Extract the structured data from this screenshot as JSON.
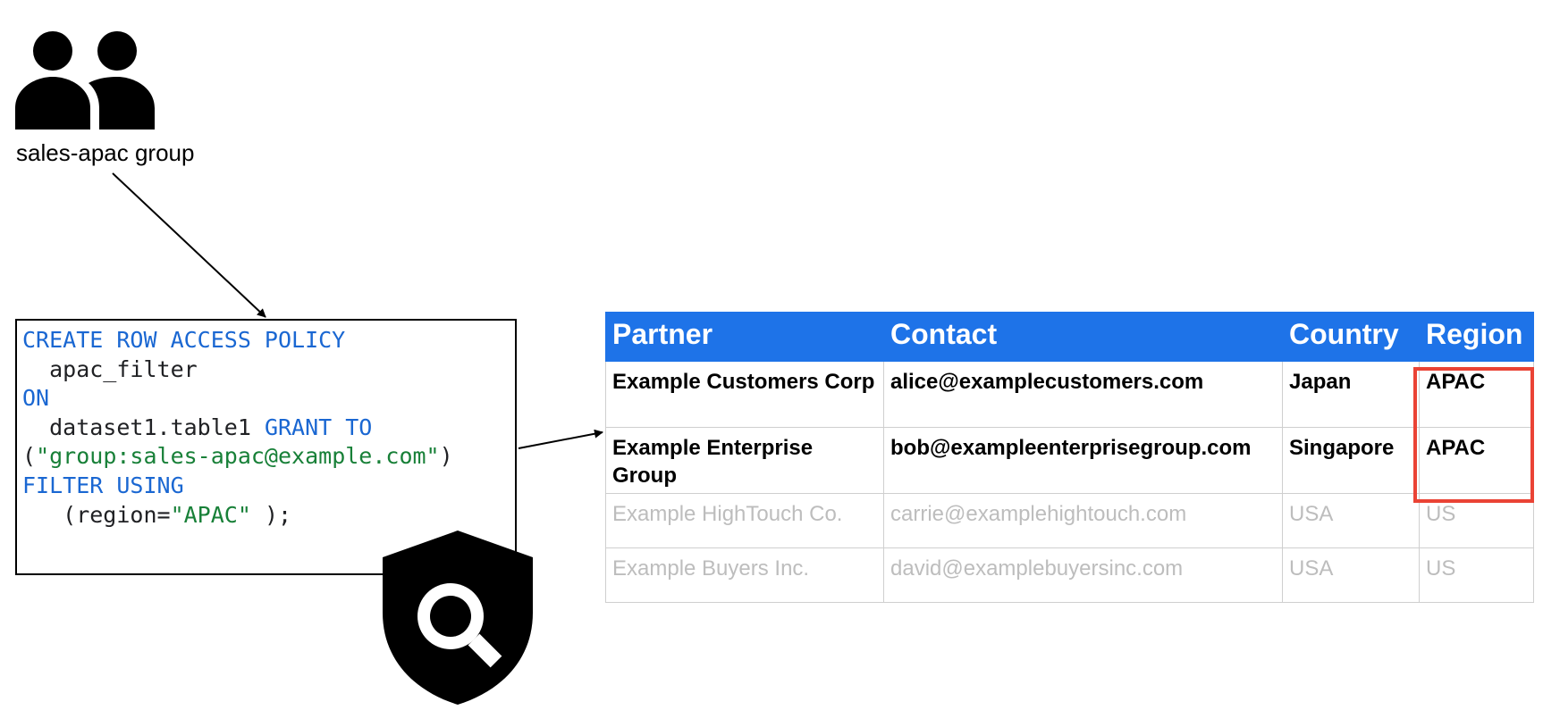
{
  "group": {
    "icon": "group-icon",
    "label": "sales-apac group"
  },
  "policy": {
    "lines": [
      [
        {
          "t": "CREATE ROW ACCESS POLICY",
          "c": "kw"
        }
      ],
      [
        {
          "t": "  apac_filter",
          "c": "plain"
        }
      ],
      [
        {
          "t": "ON",
          "c": "kw"
        }
      ],
      [
        {
          "t": "  dataset1.table1 ",
          "c": "plain"
        },
        {
          "t": "GRANT TO",
          "c": "kw"
        }
      ],
      [
        {
          "t": "(",
          "c": "plain"
        },
        {
          "t": "\"group:sales-apac@example.com\"",
          "c": "str"
        },
        {
          "t": ")",
          "c": "plain"
        }
      ],
      [
        {
          "t": "FILTER USING",
          "c": "kw"
        }
      ],
      [
        {
          "t": "   (region=",
          "c": "plain"
        },
        {
          "t": "\"APAC\"",
          "c": "str"
        },
        {
          "t": " );",
          "c": "plain"
        }
      ]
    ],
    "icon": "security-shield-search-icon"
  },
  "table": {
    "headers": [
      "Partner",
      "Contact",
      "Country",
      "Region"
    ],
    "rows": [
      {
        "status": "allowed",
        "cells": [
          "Example Customers Corp",
          "alice@examplecustomers.com",
          "Japan",
          "APAC"
        ]
      },
      {
        "status": "allowed",
        "cells": [
          "Example Enterprise Group",
          "bob@exampleenterprisegroup.com",
          "Singapore",
          "APAC"
        ]
      },
      {
        "status": "filtered",
        "cells": [
          "Example HighTouch Co.",
          "carrie@examplehightouch.com",
          "USA",
          "US"
        ]
      },
      {
        "status": "filtered",
        "cells": [
          "Example Buyers Inc.",
          "david@examplebuyersinc.com",
          "USA",
          "US"
        ]
      }
    ]
  },
  "colors": {
    "keyword": "#1a67d2",
    "string": "#188038",
    "header_bg": "#1e73e8",
    "highlight": "#ea4335",
    "filtered_text": "#bdbdbd"
  }
}
